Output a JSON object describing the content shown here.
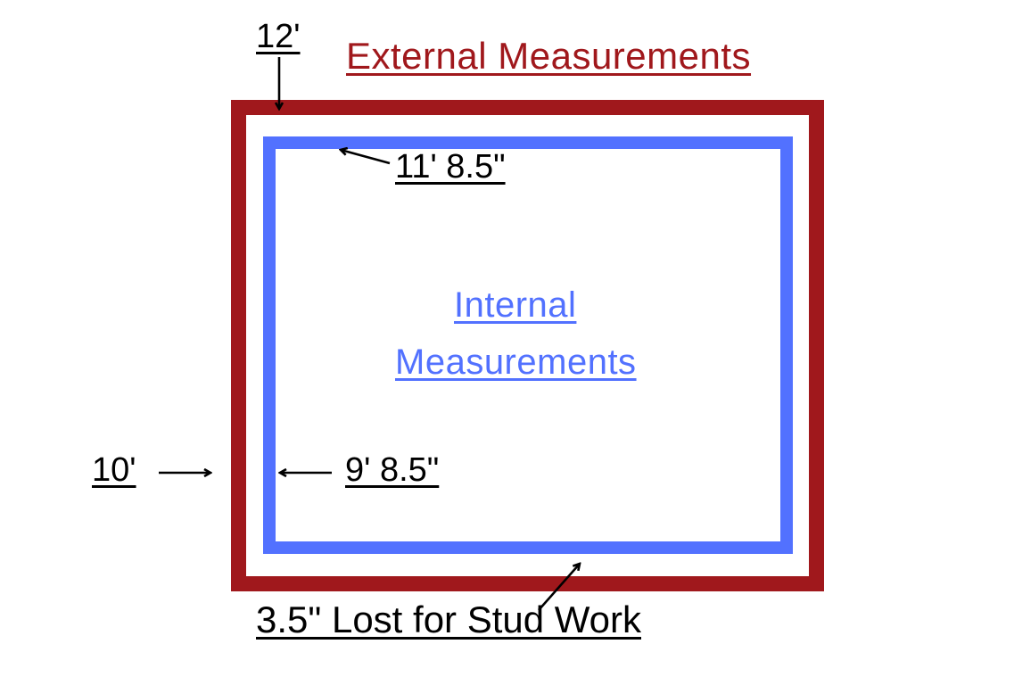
{
  "title": "External Measurements",
  "inner_title_line1": "Internal",
  "inner_title_line2": "Measurements",
  "labels": {
    "external_width": "12'",
    "internal_width": "11' 8.5\"",
    "external_height": "10'",
    "internal_height": "9' 8.5\"",
    "stud_note": "3.5\" Lost for Stud Work"
  },
  "colors": {
    "external": "#A0181C",
    "internal": "#5271FF",
    "text": "#000000",
    "background": "#FFFFFF"
  }
}
